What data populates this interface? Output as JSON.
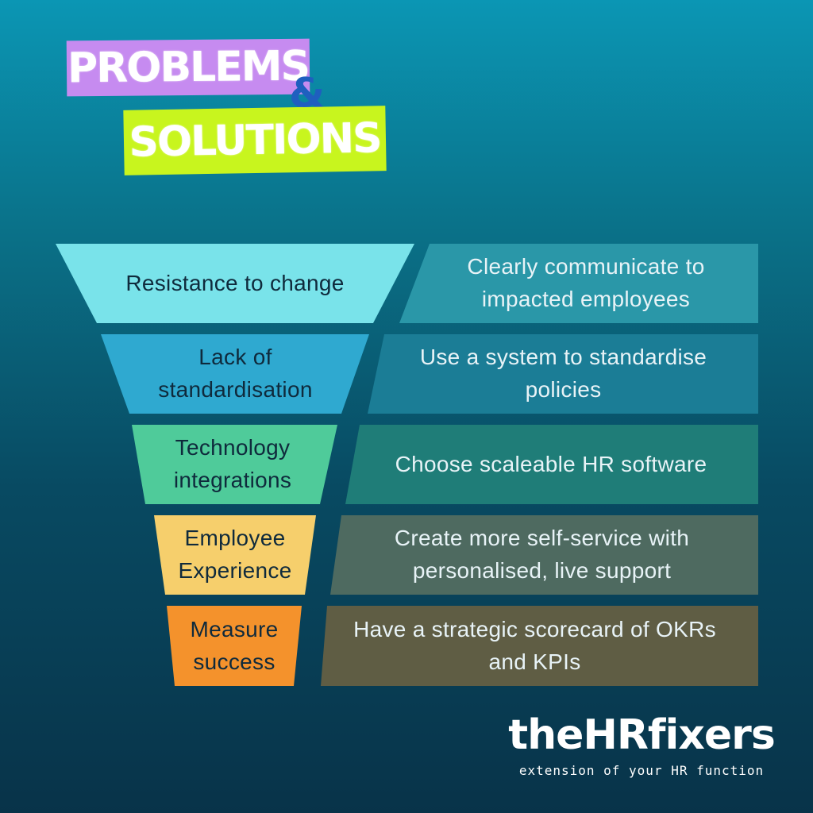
{
  "title": {
    "line1": "PROBLEMS",
    "ampersand": "&",
    "line2": "SOLUTIONS"
  },
  "rows": [
    {
      "problem": "Resistance to change",
      "solution": "Clearly communicate to impacted employees",
      "problem_color": "#79e3ea",
      "solution_color": "#2a97a8"
    },
    {
      "problem": "Lack of standardisation",
      "solution": "Use a system to standardise policies",
      "problem_color": "#2fa9d0",
      "solution_color": "#1b7d96"
    },
    {
      "problem": "Technology integrations",
      "solution": "Choose scaleable HR software",
      "problem_color": "#4fcb9a",
      "solution_color": "#1f7d78"
    },
    {
      "problem": "Employee Experience",
      "solution": "Create more self-service with personalised, live support",
      "problem_color": "#f6cf6c",
      "solution_color": "#4e6a60"
    },
    {
      "problem": "Measure success",
      "solution": "Have a strategic scorecard of OKRs and KPIs",
      "problem_color": "#f4922c",
      "solution_color": "#5f5d44"
    }
  ],
  "brand": {
    "name": "theHRfixers",
    "tagline": "extension of your HR function"
  }
}
